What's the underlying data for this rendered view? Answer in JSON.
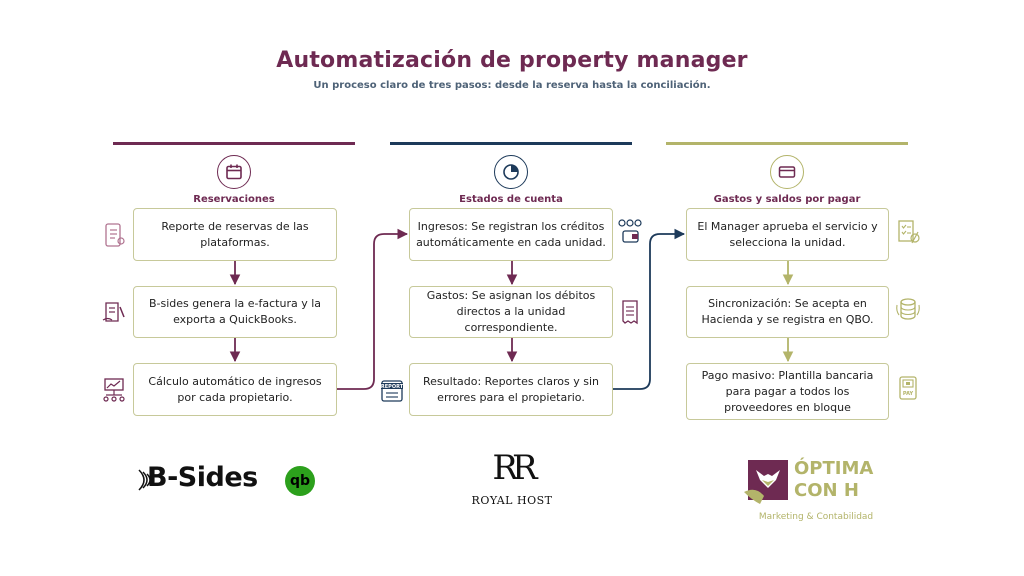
{
  "title": "Automatización de property manager",
  "subtitle": "Un proceso claro de tres pasos: desde la reserva hasta la conciliación.",
  "colors": {
    "plum": "#6e2a52",
    "navy": "#1d3a5a",
    "olive": "#b3b46a",
    "box_border": "#c7c99a"
  },
  "columns": [
    {
      "title": "Reservaciones",
      "icon": "calendar-icon",
      "steps": [
        {
          "text": "Reporte de reservas de las plataformas.",
          "icon": "phone-checklist-icon"
        },
        {
          "text": "B-sides genera la e-factura y la exporta a QuickBooks.",
          "icon": "invoice-pen-icon"
        },
        {
          "text": "Cálculo automático de ingresos por cada propietario.",
          "icon": "network-chart-icon"
        }
      ]
    },
    {
      "title": "Estados de cuenta",
      "icon": "pie-chart-icon",
      "steps": [
        {
          "text": "Ingresos: Se registran los créditos automáticamente en cada unidad.",
          "icon": "wallet-coins-icon"
        },
        {
          "text": "Gastos: Se asignan los débitos directos a la unidad correspondiente.",
          "icon": "receipt-icon"
        },
        {
          "text": "Resultado: Reportes claros y sin errores para el propietario.",
          "icon": "report-icon"
        }
      ]
    },
    {
      "title": "Gastos y saldos por pagar",
      "icon": "credit-card-icon",
      "steps": [
        {
          "text": "El Manager aprueba el servicio y selecciona la unidad.",
          "icon": "approval-document-icon"
        },
        {
          "text": "Sincronización: Se acepta en Hacienda y se registra en QBO.",
          "icon": "sync-database-icon"
        },
        {
          "text": "Pago masivo: Plantilla bancaria para pagar a todos los proveedores en bloque",
          "icon": "pay-terminal-icon"
        }
      ]
    }
  ],
  "report_icon_label": "REPORT",
  "pay_icon_label": "PAY",
  "logos": {
    "bsides": "B-Sides",
    "qb": "qb",
    "royal_mark": "RR",
    "royal": "ROYAL HOST",
    "optima_line1": "ÓPTIMA",
    "optima_line2": "CON H",
    "optima_tagline": "Marketing & Contabilidad"
  }
}
